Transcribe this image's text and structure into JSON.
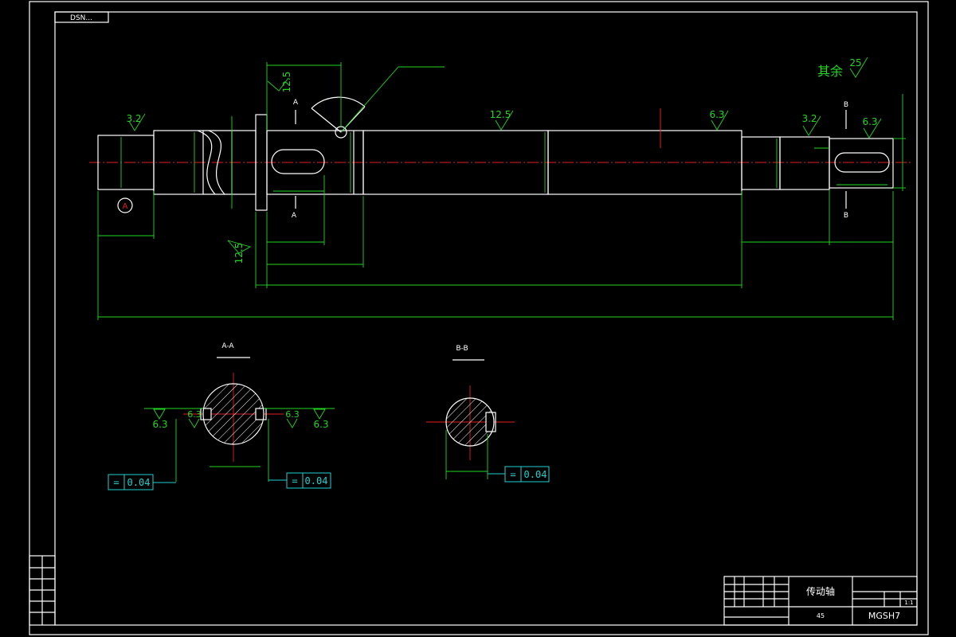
{
  "drawing_id_stamp": "DSN...",
  "note_other_roughness": "其余",
  "roughness": {
    "other": "25",
    "left_end": "3.2",
    "upper_flange": "12.5",
    "lower_flange": "12.5",
    "mid_shaft": "12.5",
    "right_shaft": "6.3",
    "right_journal": "3.2",
    "right_key": "6.3",
    "aa_left_outer": "6.3",
    "aa_left_inner": "6.3",
    "aa_right_inner": "6.3",
    "aa_right_outer": "6.3"
  },
  "section_labels": {
    "a_top": "A",
    "a_bottom": "A",
    "b_top": "B",
    "b_bottom": "B",
    "datum_a": "A",
    "section_aa_title": "A-A",
    "section_bb_title": "B-B"
  },
  "tolerances": {
    "aa_left": "0.04",
    "aa_right": "0.04",
    "bb": "0.04",
    "symbol": "="
  },
  "title_block": {
    "part_name": "传动轴",
    "material_mark": "45",
    "scale": "1:1",
    "drawing_code": "MGSH7"
  }
}
